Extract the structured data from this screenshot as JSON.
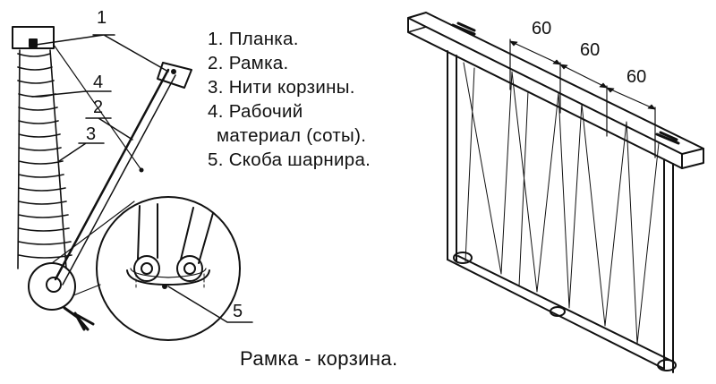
{
  "legend": [
    "1. Планка.",
    "2. Рамка.",
    "3. Нити корзины.",
    "4. Рабочий",
    "материал (соты).",
    "5. Скоба шарнира."
  ],
  "callouts": {
    "c1": "1",
    "c4": "4",
    "c2": "2",
    "c3": "3",
    "c5": "5"
  },
  "dimensions": {
    "d1": "60",
    "d2": "60",
    "d3": "60"
  },
  "caption": "Рамка - корзина."
}
